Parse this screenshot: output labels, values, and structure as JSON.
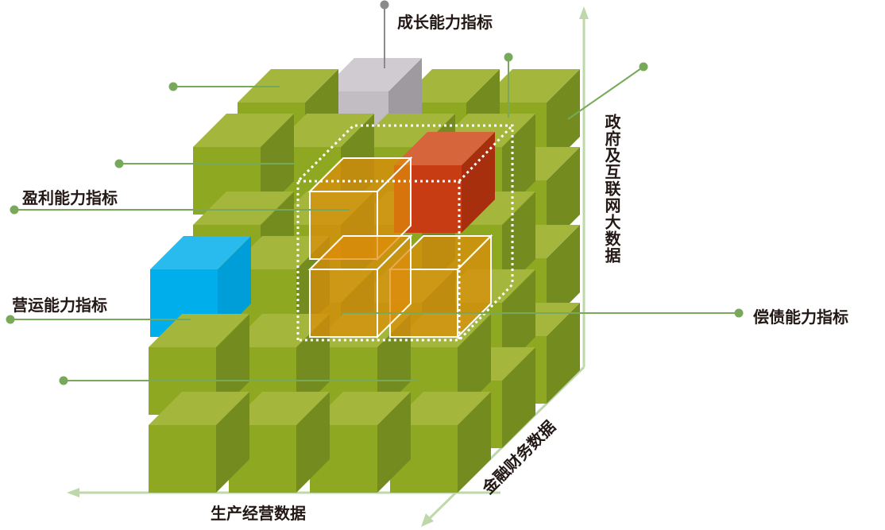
{
  "colors": {
    "cube_front": "#8fa822",
    "cube_top": "#a4b63b",
    "cube_side": "#748b20",
    "gray_front": "#c2bdc3",
    "gray_top": "#cfcbd0",
    "gray_side": "#9e9aa0",
    "blue_front": "#00aeeb",
    "blue_top": "#2abbee",
    "blue_side": "#009ed8",
    "red_front": "#c73c12",
    "red_top": "#d6653b",
    "red_side": "#a82f0e",
    "orange_fill": "rgba(222,140,10,0.72)",
    "leader_line": "#78a95a",
    "axis": "#bfd8aa"
  },
  "labels": {
    "growth": "成长能力指标",
    "profit": "盈利能力指标",
    "operation": "营运能力指标",
    "solvency": "偿债能力指标"
  },
  "axes": {
    "x": "生产经营数据",
    "z": "金融财务数据",
    "y": "政府及互联网大数据"
  }
}
